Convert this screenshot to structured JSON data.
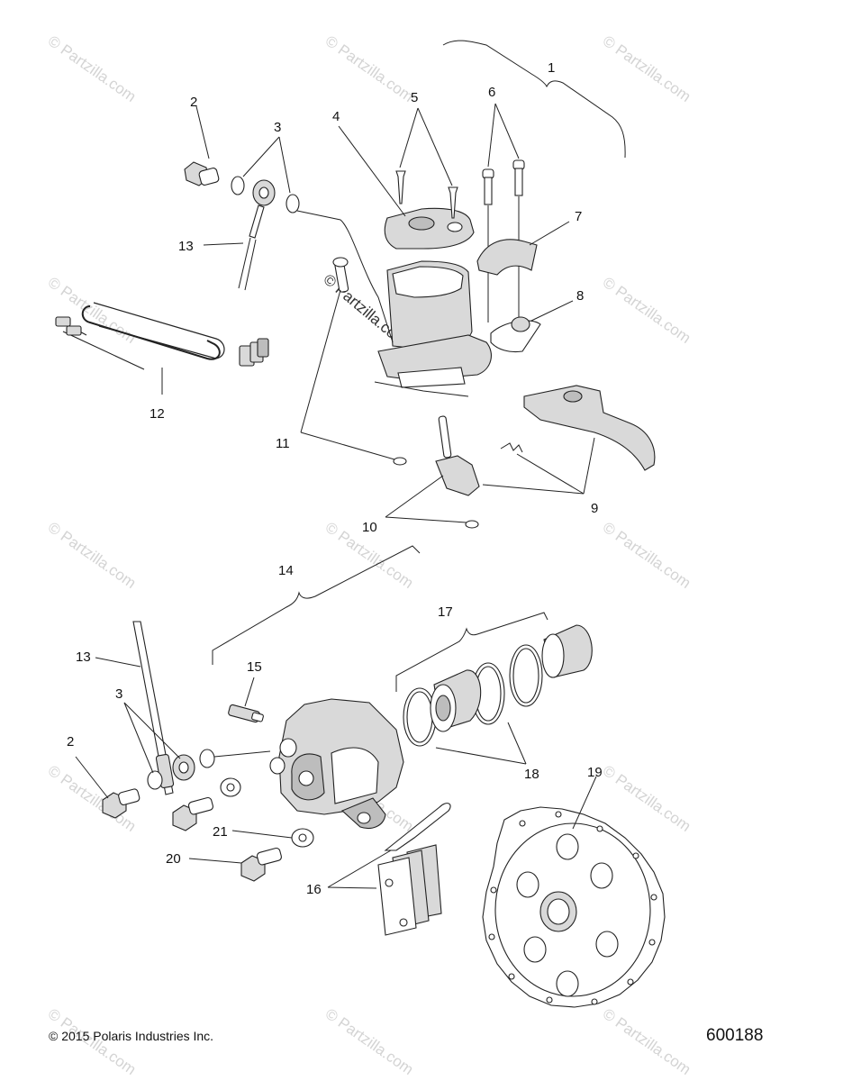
{
  "callouts": {
    "c1": "1",
    "c2a": "2",
    "c3a": "3",
    "c4": "4",
    "c5": "5",
    "c6": "6",
    "c7": "7",
    "c8": "8",
    "c9": "9",
    "c10": "10",
    "c11": "11",
    "c12": "12",
    "c13a": "13",
    "c14": "14",
    "c15": "15",
    "c13b": "13",
    "c3b": "3",
    "c2b": "2",
    "c17": "17",
    "c18": "18",
    "c19": "19",
    "c21": "21",
    "c20": "20",
    "c16": "16"
  },
  "watermark": {
    "text": "© Partzilla.com"
  },
  "footer": {
    "copyright": "© 2015 Polaris Industries Inc.",
    "figure_number": "600188"
  }
}
